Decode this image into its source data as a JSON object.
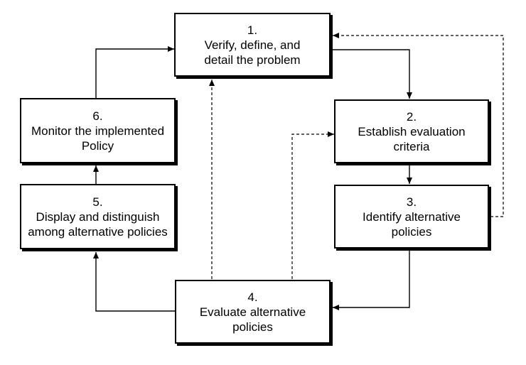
{
  "diagram": {
    "type": "flowchart",
    "colors": {
      "background": "#ffffff",
      "box_fill": "#ffffff",
      "box_border": "#000000",
      "shadow": "#000000",
      "text": "#000000",
      "arrow": "#000000"
    },
    "nodes": [
      {
        "number": "1.",
        "lines": [
          "Verify, define, and",
          "detail the problem"
        ]
      },
      {
        "number": "2.",
        "lines": [
          "Establish evaluation",
          "criteria"
        ]
      },
      {
        "number": "3.",
        "lines": [
          "Identify alternative",
          "policies"
        ]
      },
      {
        "number": "4.",
        "lines": [
          "Evaluate alternative",
          "policies"
        ]
      },
      {
        "number": "5.",
        "lines": [
          "Display and distinguish",
          "among alternative policies"
        ]
      },
      {
        "number": "6.",
        "lines": [
          "Monitor the implemented",
          "Policy"
        ]
      }
    ],
    "edges": [
      {
        "from": "1",
        "to": "2",
        "style": "solid"
      },
      {
        "from": "2",
        "to": "3",
        "style": "solid"
      },
      {
        "from": "3",
        "to": "4",
        "style": "solid"
      },
      {
        "from": "4",
        "to": "5",
        "style": "solid"
      },
      {
        "from": "5",
        "to": "6",
        "style": "solid"
      },
      {
        "from": "6",
        "to": "1",
        "style": "solid"
      },
      {
        "from": "3",
        "to": "1",
        "style": "dashed"
      },
      {
        "from": "4",
        "to": "1",
        "style": "dashed"
      },
      {
        "from": "4",
        "to": "2",
        "style": "dashed"
      }
    ]
  }
}
